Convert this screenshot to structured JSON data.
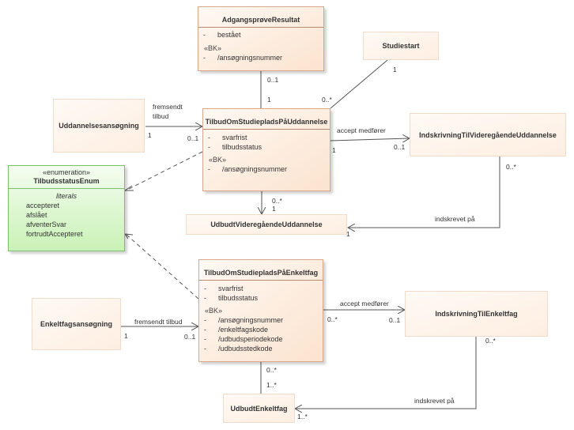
{
  "classes": {
    "adgang": {
      "name": "AdgangsprøveResultat",
      "attrs": [
        {
          "vis": "-",
          "name": "bestået"
        }
      ],
      "stereotype": "«BK»",
      "keys": [
        {
          "vis": "-",
          "name": "/ansøgningsnummer"
        }
      ]
    },
    "studiestart": {
      "name": "Studiestart"
    },
    "uddannelsesansogning": {
      "name": "Uddannelsesansøgning"
    },
    "tilbudUdd": {
      "name": "TilbudOmStudiepladsPåUddannelse",
      "attrs": [
        {
          "vis": "-",
          "name": "svarfrist"
        },
        {
          "vis": "-",
          "name": "tilbudsstatus"
        }
      ],
      "stereotype": "«BK»",
      "keys": [
        {
          "vis": "-",
          "name": "/ansøgningsnummer"
        }
      ]
    },
    "indskrivningVid": {
      "name": "IndskrivningTilVideregåendeUddannelse"
    },
    "enumTilbud": {
      "stereotype": "«enumeration»",
      "name": "TilbudsstatusEnum",
      "literals_header": "literals",
      "literals": [
        "accepteret",
        "afslået",
        "afventerSvar",
        "fortrudtAccepteret"
      ]
    },
    "udbudtVid": {
      "name": "UdbudtVideregåendeUddannelse"
    },
    "tilbudEnk": {
      "name": "TilbudOmStudiepladsPåEnkeltfag",
      "attrs": [
        {
          "vis": "-",
          "name": "svarfrist"
        },
        {
          "vis": "-",
          "name": "tilbudsstatus"
        }
      ],
      "stereotype": "«BK»",
      "keys": [
        {
          "vis": "-",
          "name": "/ansøgningsnummer"
        },
        {
          "vis": "-",
          "name": "/enkeltfagskode"
        },
        {
          "vis": "-",
          "name": "/udbudsperiodekode"
        },
        {
          "vis": "-",
          "name": "/udbudsstedkode"
        }
      ]
    },
    "enkeltfagsansogning": {
      "name": "Enkeltfagsansøgning"
    },
    "indskrivningEnk": {
      "name": "IndskrivningTilEnkeltfag"
    },
    "udbudtEnk": {
      "name": "UdbudtEnkeltfag"
    }
  },
  "labels": {
    "fremsendt_tilbud_1": "fremsendt\ntilbud",
    "fremsendt_tilbud_2": "fremsendt tilbud",
    "accept_medforer": "accept medfører",
    "indskrevet_pa": "indskrevet på",
    "m_adg_top": "0..1",
    "m_adg_bot": "1",
    "m_ss_top": "1",
    "m_ss_bot": "0..*",
    "m_ua_src": "1",
    "m_ua_dst": "0..1",
    "m_acc1_src": "1",
    "m_acc1_dst": "0..1",
    "m_udd_down_a": "0..*",
    "m_udd_down_b": "1",
    "m_ind1": "0..*",
    "m_ind1_end": "1",
    "m_ea_src": "1",
    "m_ea_dst": "0..1",
    "m_acc2_src": "0..*",
    "m_acc2_dst": "0..1",
    "m_enk_down_a": "0..*",
    "m_enk_down_b": "1..*",
    "m_ind2": "0..*",
    "m_ind2_end": "1..*"
  }
}
